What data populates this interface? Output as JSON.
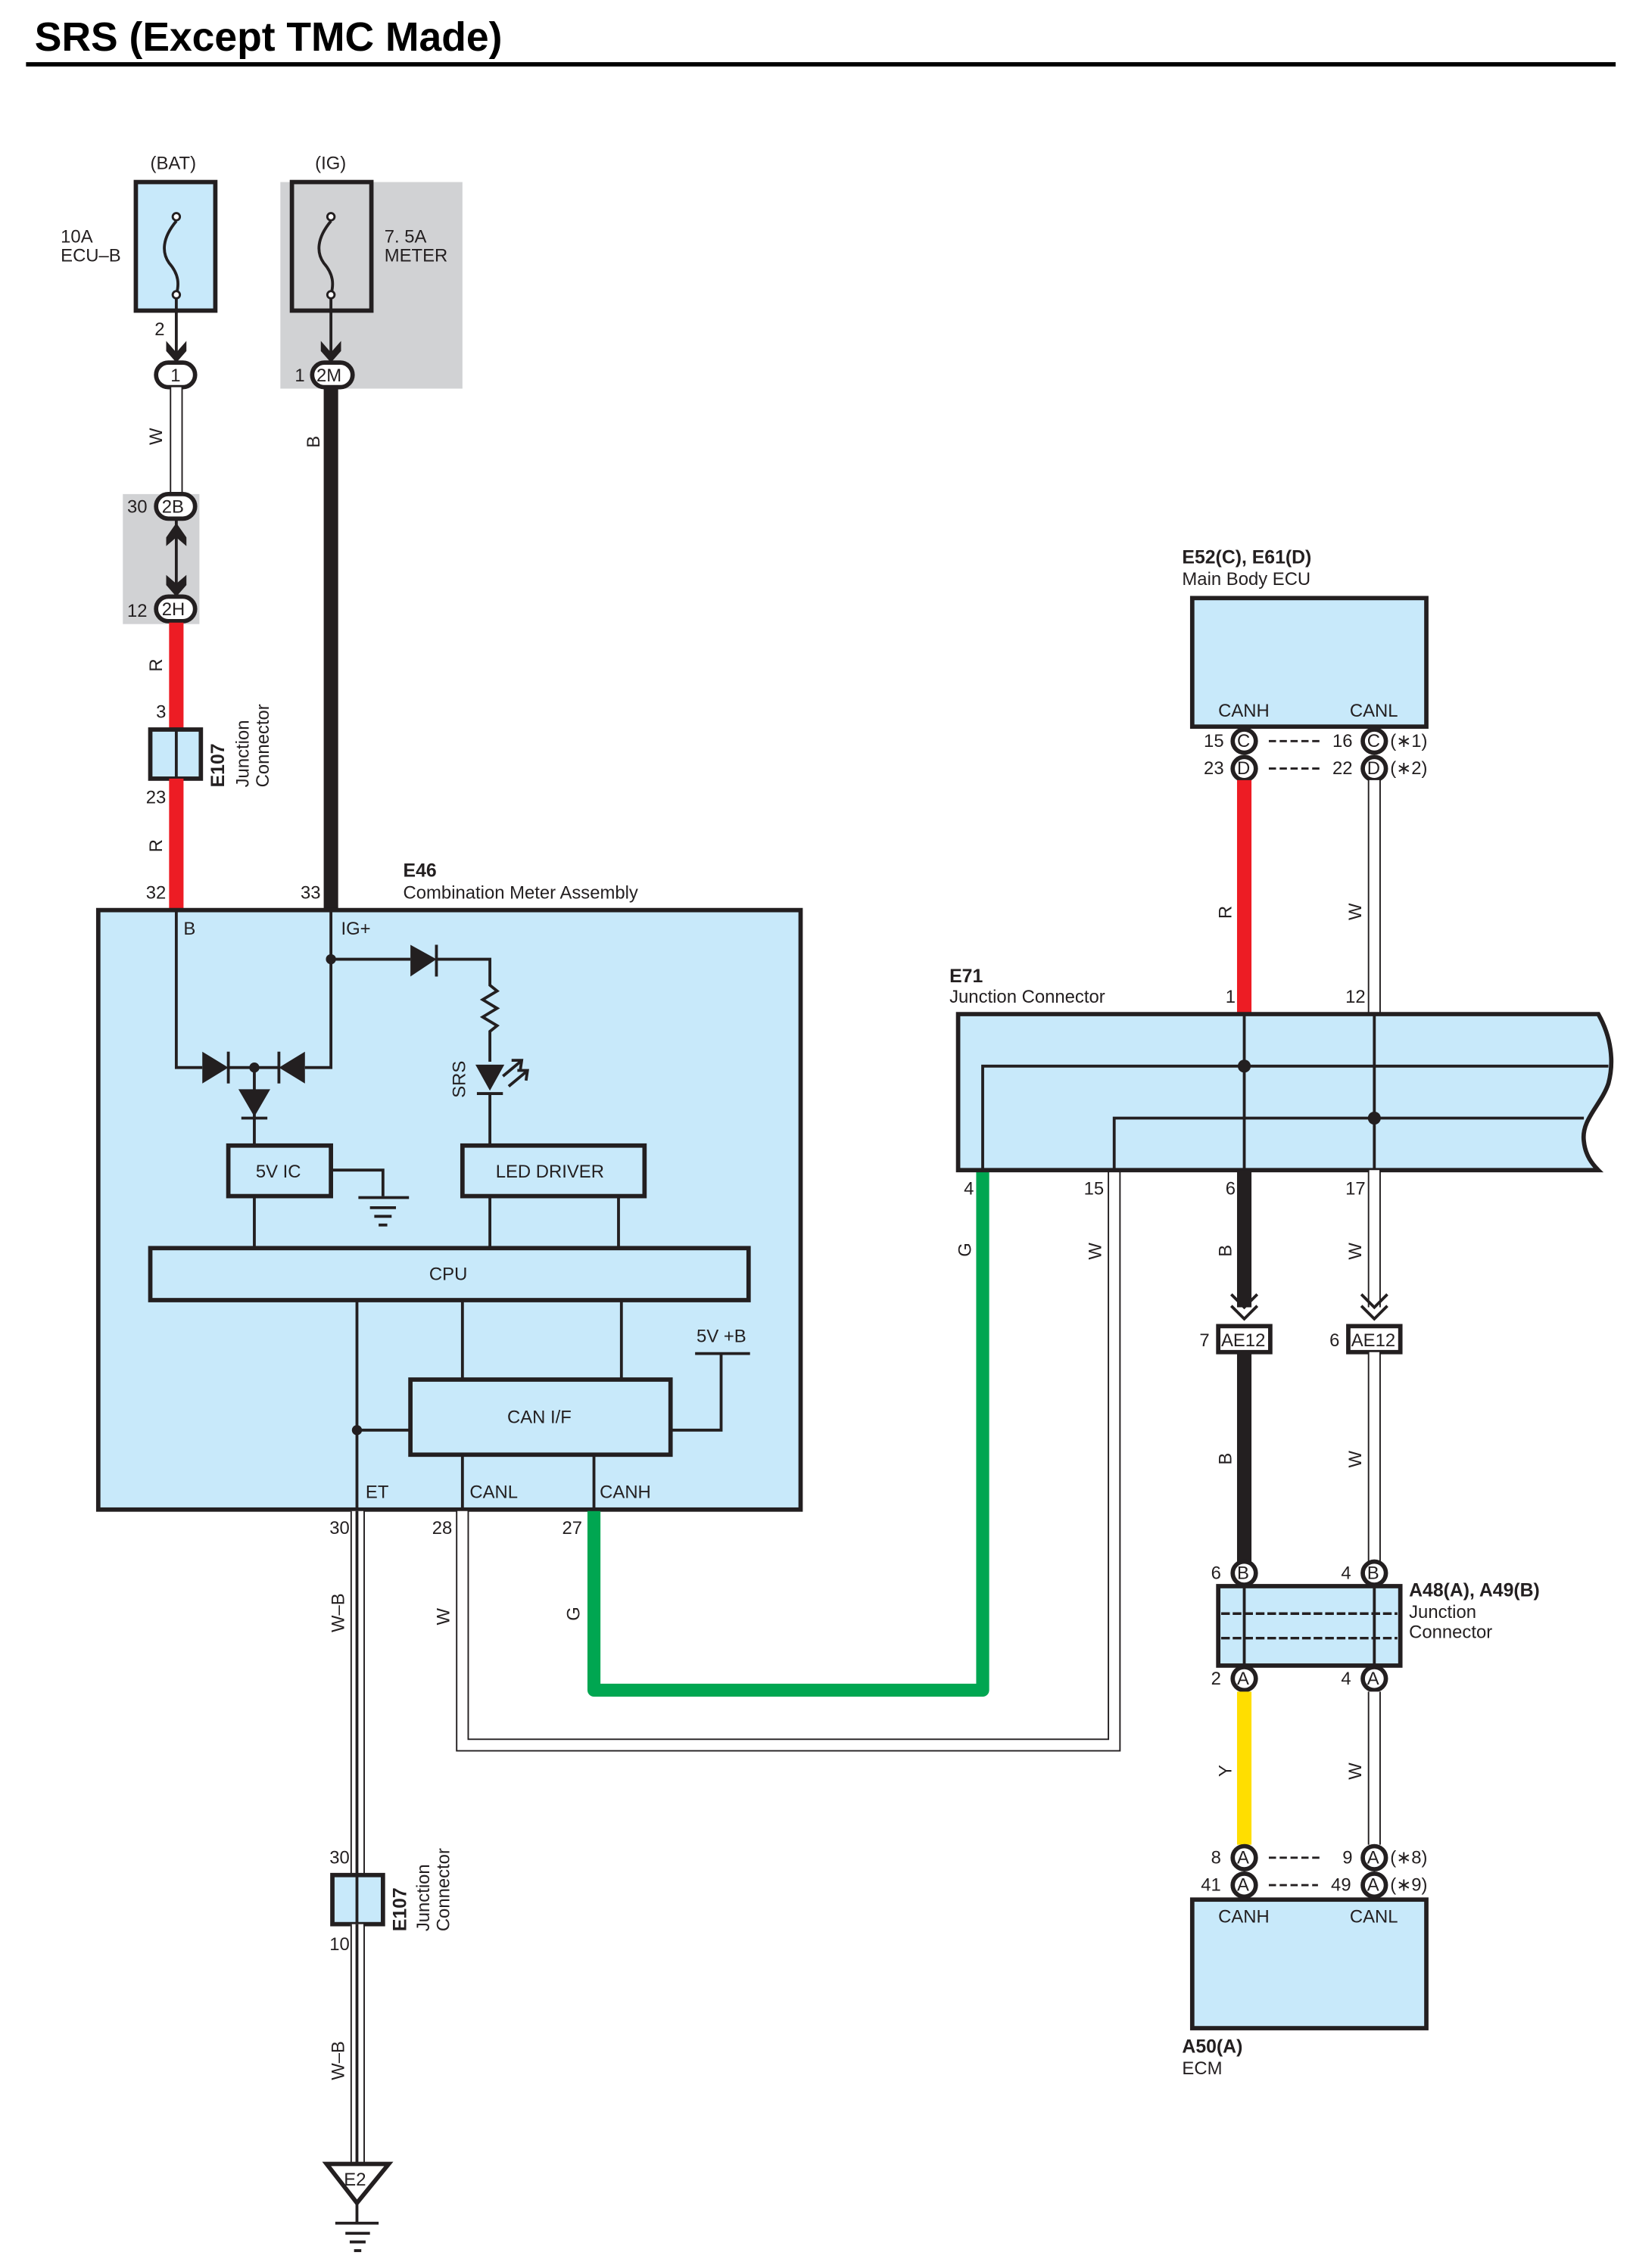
{
  "title": "SRS (Except TMC Made)",
  "colors": {
    "red": "#ed1c24",
    "black": "#231f20",
    "green": "#00a651",
    "yellow": "#ffde00",
    "white_wire": "#ffffff",
    "component_fill": "#c8e9fa",
    "shaded_area": "#d1d2d4"
  },
  "power": {
    "bat": {
      "label": "(BAT)",
      "fuse_rating": "10A",
      "fuse_name": "ECU–B",
      "pin_out": "2",
      "connector_pin": "1",
      "connector": "1"
    },
    "ig": {
      "label": "(IG)",
      "fuse_rating": "7. 5A",
      "fuse_name": "METER",
      "pin": "1",
      "connector": "2M"
    }
  },
  "wires": {
    "bat_w": "W",
    "ig_b": "B",
    "r1": "R",
    "r2": "R",
    "et_wb": "W–B",
    "canl_w": "W",
    "canh_g": "G",
    "e71_g": "G",
    "e71_w15": "W",
    "e71_b6": "B",
    "e71_w17": "W",
    "mb_r": "R",
    "mb_w": "W",
    "ae_b": "B",
    "ae_w": "W",
    "ecm_y": "Y",
    "ecm_w": "W",
    "ground_wb": "W–B"
  },
  "connectors": {
    "c2b": {
      "pin": "30",
      "id": "2B"
    },
    "c2h": {
      "pin": "12",
      "id": "2H"
    },
    "e107_top": {
      "pin_in": "3",
      "pin_out": "23",
      "id": "E107",
      "name1": "Junction",
      "name2": "Connector"
    },
    "e107_bot": {
      "pin_in": "30",
      "pin_out": "10",
      "id": "E107",
      "name1": "Junction",
      "name2": "Connector"
    },
    "ae12_left": {
      "pin": "7",
      "id": "AE12"
    },
    "ae12_right": {
      "pin": "6",
      "id": "AE12"
    },
    "ground": {
      "id": "E2"
    }
  },
  "e46": {
    "id": "E46",
    "name": "Combination Meter Assembly",
    "pins": {
      "b": "32",
      "ig": "33",
      "et": "30",
      "canl": "28",
      "canh": "27"
    },
    "terminals": {
      "b": "B",
      "ig": "IG+",
      "et": "ET",
      "canl": "CANL",
      "canh": "CANH"
    },
    "blocks": {
      "ic": "5V IC",
      "led": "LED DRIVER",
      "cpu": "CPU",
      "can": "CAN I/F",
      "supply": "5V +B",
      "lamp": "SRS"
    }
  },
  "e71": {
    "id": "E71",
    "name": "Junction Connector",
    "pins": {
      "top1": "1",
      "top12": "12",
      "b4": "4",
      "b15": "15",
      "b6": "6",
      "b17": "17"
    }
  },
  "main_body_ecu": {
    "id": "E52(C), E61(D)",
    "name": "Main Body ECU",
    "canh": "CANH",
    "canl": "CANL",
    "rows": [
      {
        "h_pin": "15",
        "h_conn": "C",
        "l_pin": "16",
        "l_conn": "C",
        "note": "(∗1)"
      },
      {
        "h_pin": "23",
        "h_conn": "D",
        "l_pin": "22",
        "l_conn": "D",
        "note": "(∗2)"
      }
    ]
  },
  "a48": {
    "id": "A48(A), A49(B)",
    "name1": "Junction",
    "name2": "Connector",
    "top": [
      {
        "pin": "6",
        "conn": "B"
      },
      {
        "pin": "4",
        "conn": "B"
      }
    ],
    "bottom": [
      {
        "pin": "2",
        "conn": "A"
      },
      {
        "pin": "4",
        "conn": "A"
      }
    ]
  },
  "ecm": {
    "id": "A50(A)",
    "name": "ECM",
    "canh": "CANH",
    "canl": "CANL",
    "rows": [
      {
        "h_pin": "8",
        "h_conn": "A",
        "l_pin": "9",
        "l_conn": "A",
        "note": "(∗8)"
      },
      {
        "h_pin": "41",
        "h_conn": "A",
        "l_pin": "49",
        "l_conn": "A",
        "note": "(∗9)"
      }
    ]
  }
}
